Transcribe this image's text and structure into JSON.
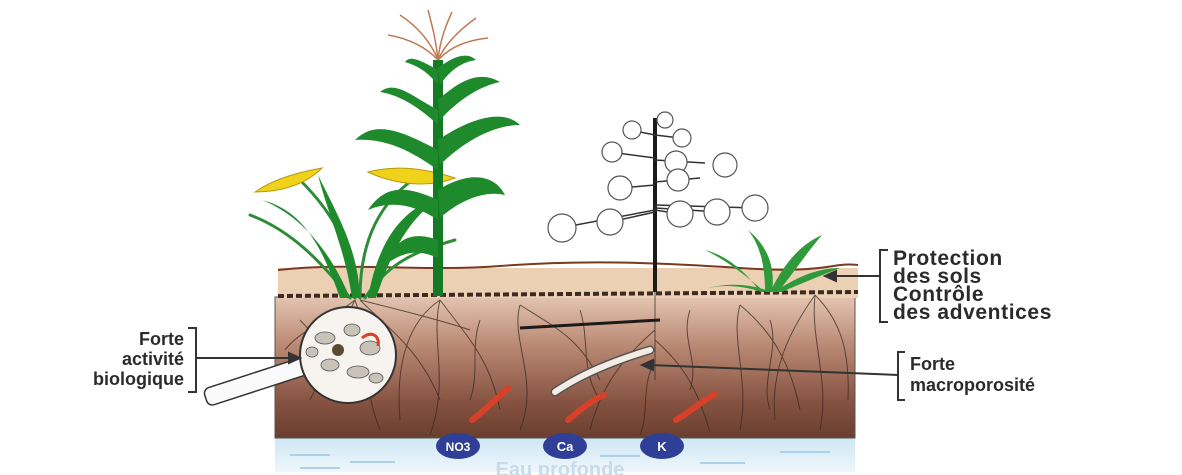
{
  "labels": {
    "protection": [
      "Protection",
      "des sols",
      "Contrôle",
      "des adventices"
    ],
    "activite": [
      "Forte",
      "activité",
      "biologique"
    ],
    "macroporosite": [
      "Forte",
      "macroporosité"
    ],
    "eau": "Eau profonde"
  },
  "nutrients": [
    "NO3",
    "Ca",
    "K"
  ],
  "colors": {
    "soil_dark": "#6f4334",
    "soil_mid": "#9c6a55",
    "soil_light": "#d9b9a6",
    "surface": "#ecd0b4",
    "water": "#d9ecf7",
    "leaf": "#1f8a2c",
    "grain": "#f1d21b",
    "worm": "#d8402a",
    "nutrient": "#2f3f98"
  }
}
